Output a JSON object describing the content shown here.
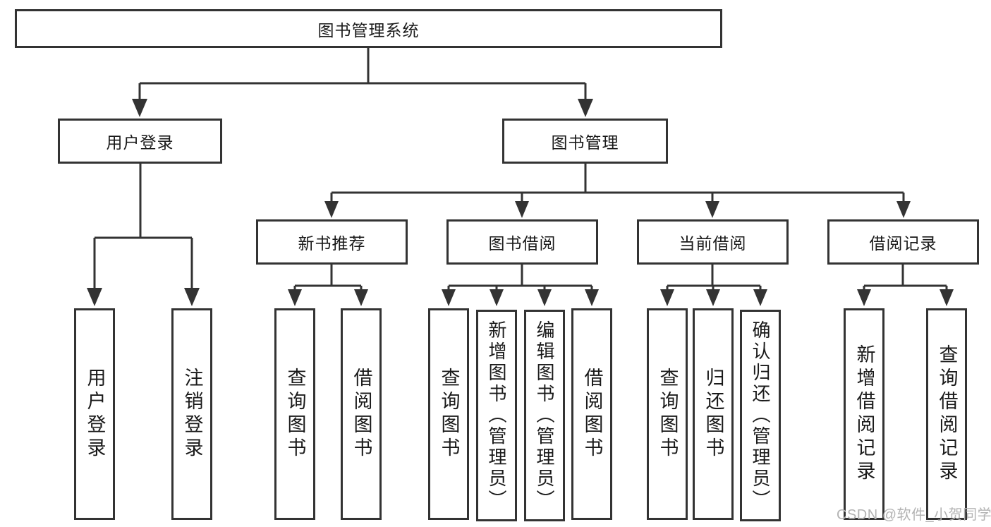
{
  "diagram": {
    "root": {
      "label": "图书管理系统"
    },
    "level2": [
      {
        "label": "用户登录"
      },
      {
        "label": "图书管理"
      }
    ],
    "level3": [
      {
        "label": "新书推荐"
      },
      {
        "label": "图书借阅"
      },
      {
        "label": "当前借阅"
      },
      {
        "label": "借阅记录"
      }
    ],
    "leaves": {
      "user_login": [
        "用户登录",
        "注销登录"
      ],
      "new_books": [
        "查询图书",
        "借阅图书"
      ],
      "book_borrow": [
        "查询图书",
        "新增图书（管理员）",
        "编辑图书（管理员）",
        "借阅图书"
      ],
      "current_borrow": [
        "查询图书",
        "归还图书",
        "确认归还（管理员）"
      ],
      "borrow_records": [
        "新增借阅记录",
        "查询借阅记录"
      ]
    },
    "watermark": "CSDN @软件_小贺同学",
    "colors": {
      "line": "#333333",
      "text": "#1a1a1a",
      "background": "#ffffff",
      "watermark": "#b3b3b3"
    }
  }
}
